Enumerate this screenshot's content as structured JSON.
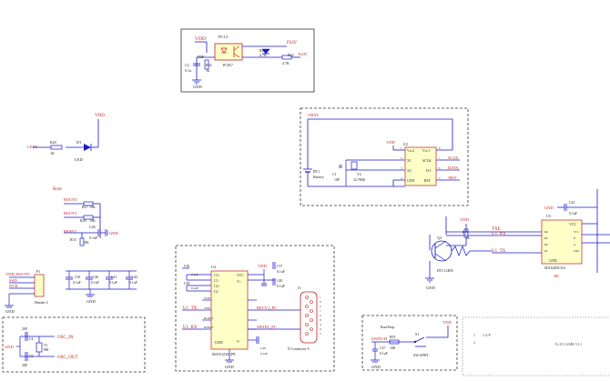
{
  "colors": {
    "wire": "#1a1acc",
    "part": "#c02020",
    "text": "#222222",
    "chip_fill": "#ffffc8",
    "frame": "#444444",
    "net": "#c02020"
  },
  "optocoupler": {
    "vdd": "VDD",
    "ref": "PC13",
    "p24v": "P24V",
    "r32": "R32",
    "r32_val": "1k",
    "c2": "C2",
    "c2_val": "0.1u",
    "chip": "PC817",
    "r17": "R17",
    "r17_val": "4.7K",
    "r22": "R22",
    "r22_val": "4.7K",
    "gnd": "GND",
    "net": "K24V",
    "pin_left": "FRP",
    "led_ref": "LED",
    "k_ref": "4.7K"
  },
  "led": {
    "vdd": "VDD",
    "net": "LED0",
    "r20": "R20",
    "r20_val": "1K",
    "d1": "D1",
    "d1_label": "LED"
  },
  "boot": {
    "title": "Boot",
    "boot0": "BOOT0",
    "boot1": "BOOT1",
    "reset": "RESET",
    "r27": "R27",
    "r29": "R29",
    "r33": "R33",
    "r27_val": "10K",
    "r29_val": "10K",
    "r33_val": "10K",
    "c26": "C26",
    "c26_val": "0.1uF",
    "gnd": "GND"
  },
  "header": {
    "vdd_boot0": "VDD_BOOT0",
    "pins": [
      "SWD",
      "JTCK",
      "",
      ""
    ],
    "ref": "P1",
    "name": "Header 4",
    "gnd": "GND"
  },
  "decoupling": {
    "caps": [
      "C39",
      "C40",
      "C41",
      "C42"
    ],
    "vals": [
      "0.1uF",
      "0.1uF",
      "0.1uF",
      "0.1uF"
    ],
    "gnd": "GND"
  },
  "crystal": {
    "osc_in": "OSC_IN",
    "osc_out": "OSC_OUT",
    "gnd": "GND",
    "c_top": "C4",
    "c_top_val": "20P",
    "c_bot": "C3",
    "c_bot_val": "20P",
    "y1": "Y1",
    "y1_val": "8M"
  },
  "rtc": {
    "vbat": "VBAT",
    "vdd": "VDD",
    "chip": "U2",
    "chip_name": "DS1302",
    "pins_left": [
      "Vcc2",
      "X1",
      "X2",
      "GND"
    ],
    "pins_right": [
      "Vcc1",
      "SCLK",
      "I/O",
      "RST"
    ],
    "pin_nums_left": [
      "1",
      "2",
      "3",
      "4"
    ],
    "pin_nums_right": [
      "8",
      "7",
      "6",
      "5"
    ],
    "nets": [
      "SCLK",
      "DATA",
      "/RST"
    ],
    "bt": "BT1",
    "bt_name": "Battery",
    "c": "C1",
    "c_val": "10P",
    "y2": "Y2",
    "y2_val": "32.768K"
  },
  "max3232": {
    "ref": "U4",
    "name": "MAX3232CPE",
    "vdd": "VDD",
    "gnd": "GND",
    "pins_left": [
      "C1+",
      "C1-",
      "C2+",
      "C2-",
      "T1IN",
      "T2IN",
      "R1OUT",
      "R2OUT"
    ],
    "pins_right": [
      "VCC",
      "V+",
      "V-",
      "T1OUT",
      "T2OUT",
      "R1IN",
      "R2IN",
      "GND"
    ],
    "net_tx": "U1_TX",
    "net_rx": "U1_RX",
    "recv": "RECV1_PC",
    "send": "SEND1_PC",
    "c37": "C37",
    "c37_val": "0.1uF",
    "c36": "C36",
    "c38": "C38",
    "c36_val": "0.1uF",
    "c38_val": "0.1uF",
    "c40": "C40",
    "c40_val": "0.1uF",
    "j": "J1",
    "j_name": "D Connector 9",
    "pin_nums": [
      "1",
      "6",
      "2",
      "7",
      "3",
      "8",
      "4",
      "9",
      "5"
    ]
  },
  "rs485": {
    "vdd": "VDD",
    "txe": "TXE",
    "rx": "U1_RX",
    "tx": "U1_TX",
    "q": "Q4",
    "q_name": "DTC114EE",
    "r13": "R13",
    "r13_val": "1k",
    "gnd": "GND",
    "chip": "U3",
    "chip_name": "MAX485CSA",
    "label": "485",
    "c22": "C22",
    "c22_val": "0.1uF",
    "vcc": "VCC",
    "chip_gnd": "GND",
    "left_pins": [
      "RO",
      "RE",
      "DE",
      "DI"
    ],
    "right_pins": [
      "VCC",
      "B",
      "A",
      "GND"
    ]
  },
  "switch": {
    "title": "Run/Stop",
    "vdd": "VDD",
    "switch_net": "SWITCH",
    "r": "R35",
    "r_val": "10K",
    "c": "C47",
    "c_val": "0.1uF",
    "s": "S1",
    "s_name": "SW-SPDT",
    "gnd": "GND"
  },
  "connector": {
    "pins": [
      "1",
      "2"
    ],
    "pin_labels": [
      "A",
      "B"
    ],
    "hint": "2  A/P"
  },
  "footer_text": "Fo1N-14MR V4.1"
}
